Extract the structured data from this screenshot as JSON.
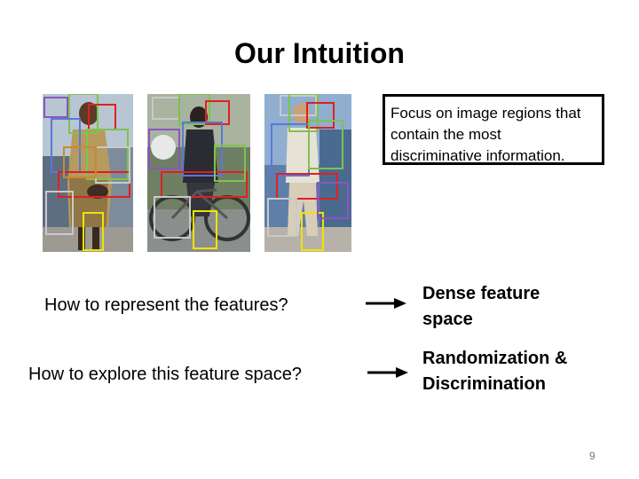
{
  "slide": {
    "title": "Our Intuition",
    "callout": "Focus on image regions that contain the most discriminative information.",
    "rows": [
      {
        "question": "How to represent the features?",
        "answer_line1": "Dense feature",
        "answer_line2": "space"
      },
      {
        "question": "How to explore this feature space?",
        "answer_line1": "Randomization &",
        "answer_line2": "Discrimination"
      }
    ],
    "page_number": "9"
  },
  "photos": [
    {
      "name": "woman with handbag"
    },
    {
      "name": "person riding bicycle"
    },
    {
      "name": "man walking"
    }
  ],
  "colors": {
    "box_red": "#e02020",
    "box_yellow": "#f2e200",
    "box_green": "#7fc24f",
    "box_blue": "#5a78d8",
    "box_purple": "#8a55c0",
    "box_gray": "#c9c9c9"
  }
}
